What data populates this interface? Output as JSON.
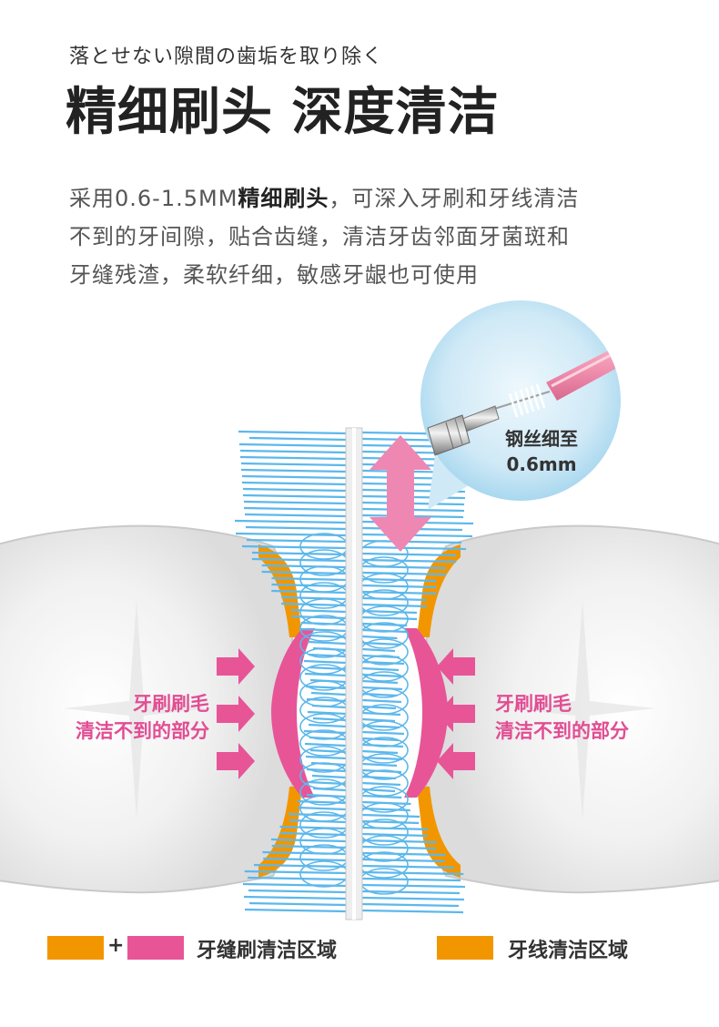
{
  "header": {
    "subtitle": "落とせない隙間の歯垢を取り除く",
    "title": "精细刷头 深度清洁"
  },
  "description": {
    "line1_prefix": "采用0.6-1.5MM",
    "line1_bold": "精细刷头",
    "line1_suffix": "，可深入牙刷和牙线清洁",
    "line2": "不到的牙间隙，贴合齿缝，清洁牙齿邻面牙菌斑和",
    "line3": "牙缝残渣，柔软纤细，敏感牙龈也可使用"
  },
  "illustration": {
    "wire_label_line1": "钢丝细至",
    "wire_label_line2": "0.6mm",
    "left_callout_line1": "牙刷刷毛",
    "left_callout_line2": "清洁不到的部分",
    "right_callout_line1": "牙刷刷毛",
    "right_callout_line2": "清洁不到的部分"
  },
  "legend": {
    "plus": "+",
    "item1": "牙缝刷清洁区域",
    "item2": "牙线清洁区域"
  },
  "colors": {
    "orange": "#f29600",
    "pink": "#e75597",
    "bristle_blue": "#5cb8ec",
    "wire": "#e8e8e8"
  }
}
